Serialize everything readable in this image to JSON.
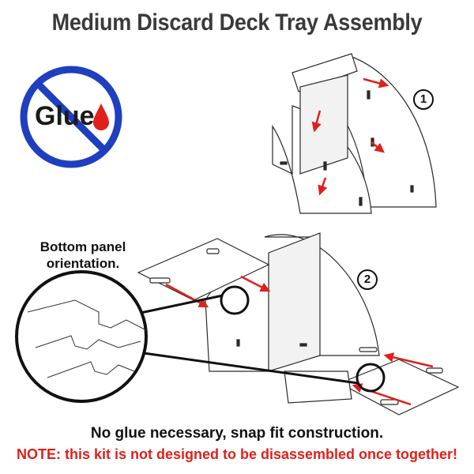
{
  "title": "Medium Discard Deck Tray Assembly",
  "no_glue_sign": {
    "label": "Glue",
    "icon": "no-glue-prohibition-icon",
    "ring_color": "#1e3fbf",
    "drop_color": "#e0201a"
  },
  "steps": {
    "step1": "1",
    "step2": "2"
  },
  "bottom_panel_note": {
    "line1": "Bottom panel",
    "line2": "orientation."
  },
  "footer": {
    "line1": "No glue necessary, snap fit construction.",
    "line2": "NOTE: this kit is not designed to be disassembled once together!",
    "warning_color": "#e0201a"
  },
  "arrow_color": "#e0201a"
}
